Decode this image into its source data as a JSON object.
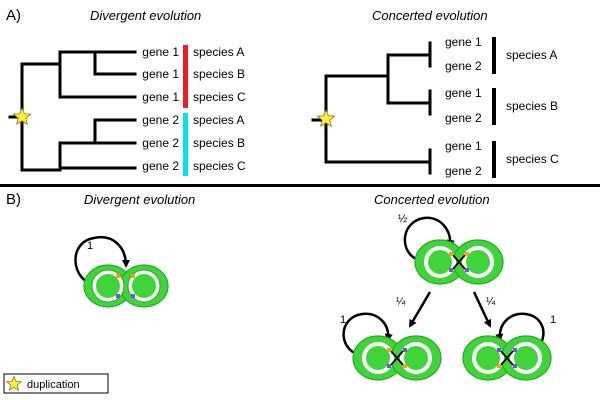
{
  "panel_a": {
    "label": "A)",
    "divergent": {
      "title": "Divergent evolution",
      "rows": [
        {
          "gene": "gene 1",
          "species": "species A"
        },
        {
          "gene": "gene 1",
          "species": "species B"
        },
        {
          "gene": "gene 1",
          "species": "species C"
        },
        {
          "gene": "gene 2",
          "species": "species A"
        },
        {
          "gene": "gene 2",
          "species": "species B"
        },
        {
          "gene": "gene 2",
          "species": "species C"
        }
      ]
    },
    "concerted": {
      "title": "Concerted evolution",
      "rows": [
        {
          "gene": "gene 1",
          "species": "species A"
        },
        {
          "gene": "gene 2"
        },
        {
          "gene": "gene 1",
          "species": "species B"
        },
        {
          "gene": "gene 2"
        },
        {
          "gene": "gene 1",
          "species": "species C"
        },
        {
          "gene": "gene 2"
        }
      ]
    }
  },
  "panel_b": {
    "label": "B)",
    "divergent": {
      "title": "Divergent evolution",
      "self_prob": "1"
    },
    "concerted": {
      "title": "Concerted evolution",
      "top_self_prob": "½",
      "left_prob": "¼",
      "right_prob": "¼",
      "bottom_left_self_prob": "1",
      "bottom_right_self_prob": "1"
    }
  },
  "legend": {
    "label": "duplication",
    "icon": "star-icon"
  },
  "colors": {
    "gene1": "#e8131a",
    "gene2": "#1a8fe0",
    "bar_gene1": "#ee1c24",
    "bar_gene2": "#00e5ef",
    "cell": "#3fd439",
    "star": "#ffef3a",
    "orange": "#ff9a1a",
    "purple": "#7a4fd6"
  }
}
